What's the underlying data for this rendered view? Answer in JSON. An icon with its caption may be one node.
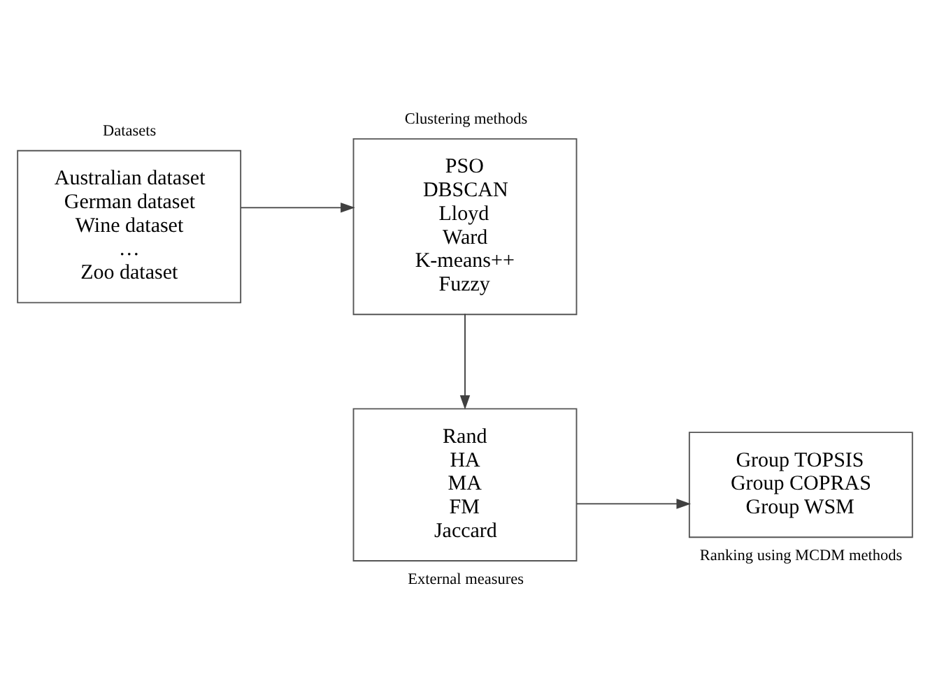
{
  "diagram": {
    "nodes": [
      {
        "text": [
          "Datasets",
          "Australian dataset",
          "German dataset",
          "Wine dataset",
          "…",
          "Zoo dataset"
        ]
      },
      {
        "text": [
          "Clustering methods",
          "PSO",
          "DBSCAN",
          "Lloyd",
          "Ward",
          "K-means++",
          "Fuzzy"
        ]
      },
      {
        "text": [
          "Rand",
          "HA",
          "MA",
          "FM",
          "Jaccard",
          "External measures"
        ]
      },
      {
        "text": [
          "Group TOPSIS",
          "Group COPRAS",
          "Group WSM",
          "Ranking using MCDM methods"
        ]
      }
    ],
    "edges": [
      {
        "from": 0,
        "to": 1,
        "arrow": "to"
      },
      {
        "from": 1,
        "to": 2,
        "arrow": "to"
      },
      {
        "from": 2,
        "to": 3,
        "arrow": "to"
      }
    ]
  }
}
